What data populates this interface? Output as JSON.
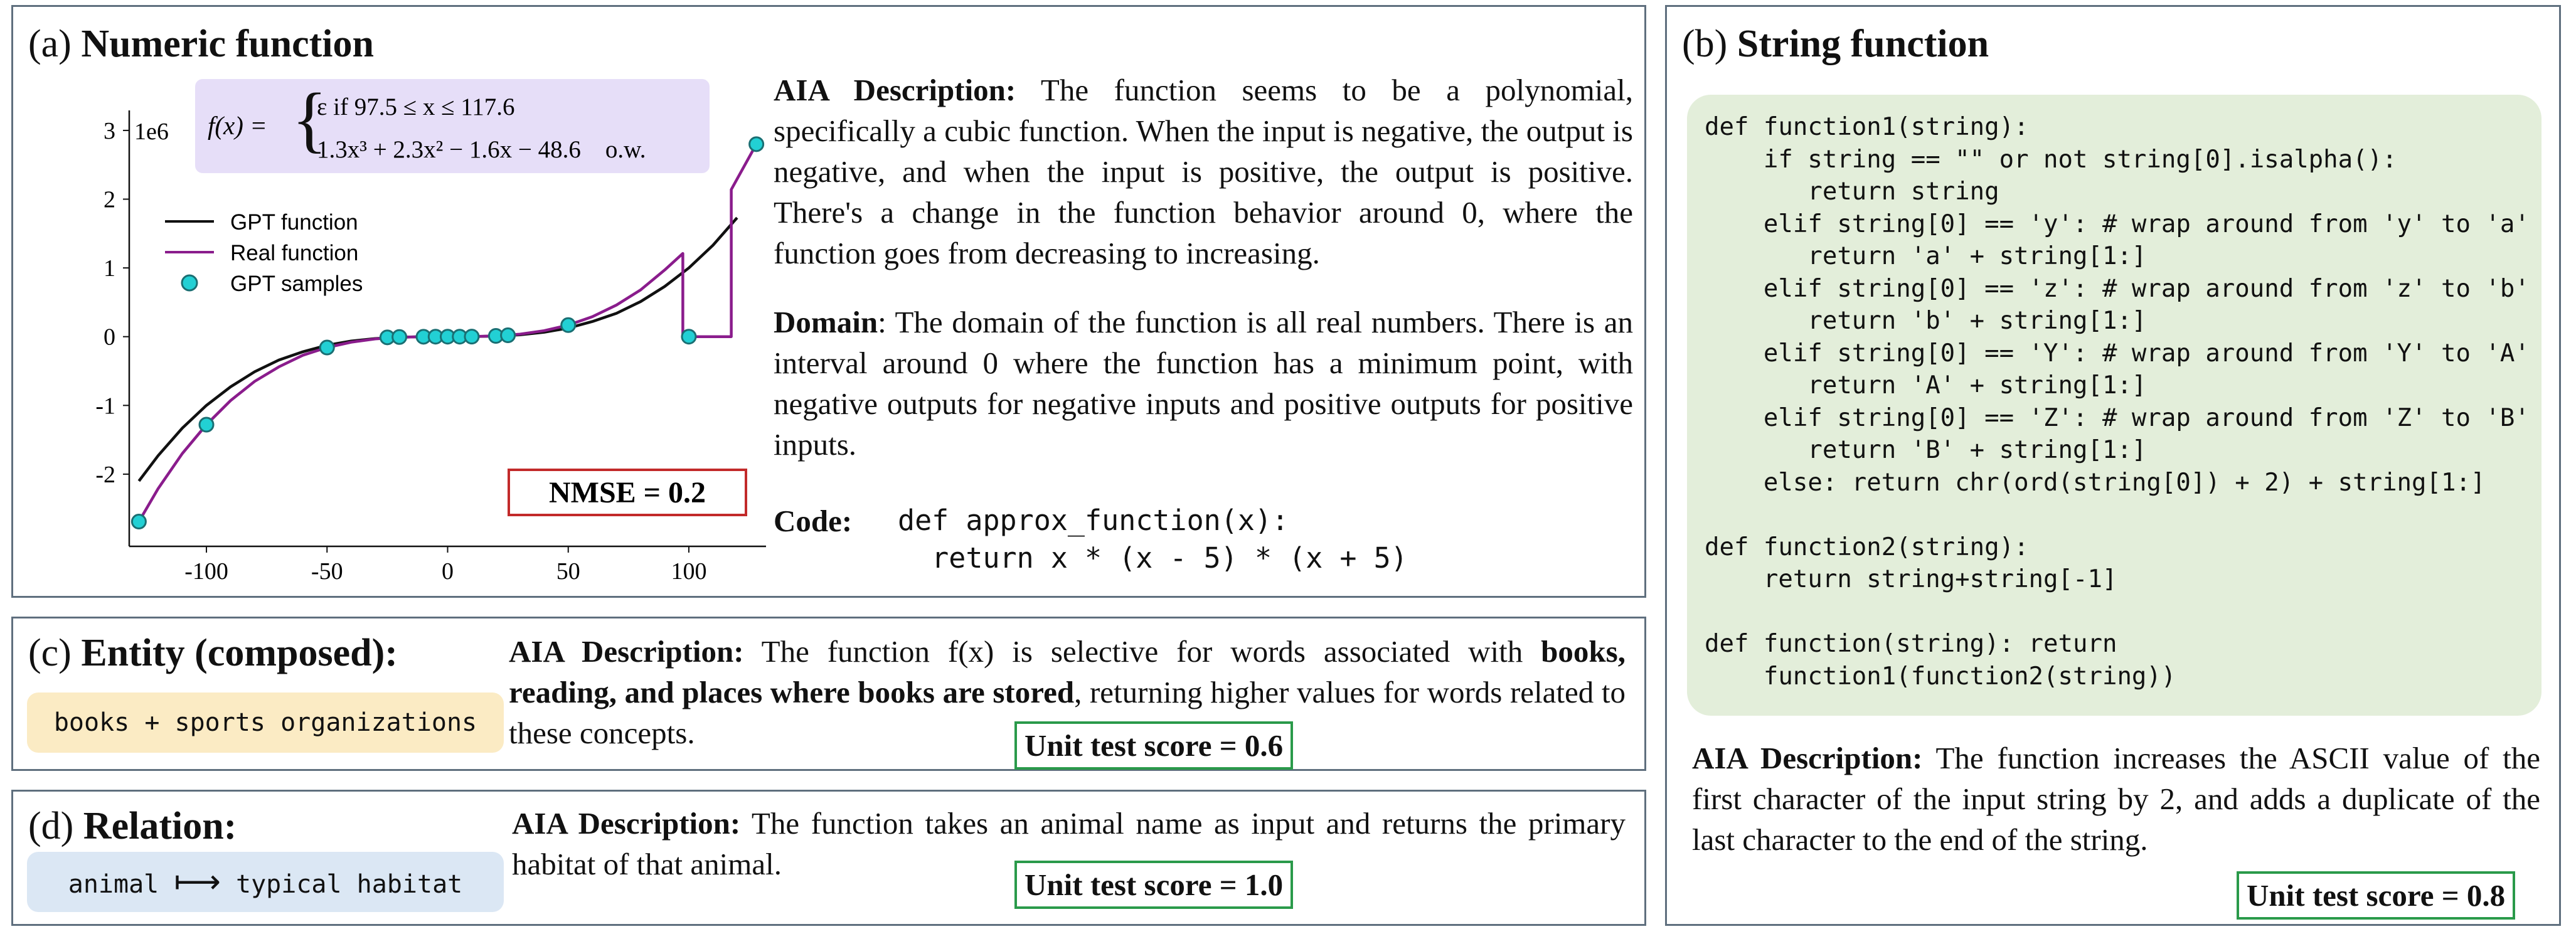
{
  "panel_a": {
    "label": "(a)",
    "title": "Numeric function",
    "aia_label": "AIA Description:",
    "aia_text": "The function seems to be a polynomial, specifically a cubic function. When the input is negative, the output is negative, and when the input is positive, the output is positive. There's a change in the function behavior around 0, where the function goes from decreasing to increasing.",
    "domain_label": "Domain",
    "domain_text": ": The domain of the function is all real numbers. There is an interval around 0 where the function has a minimum point, with negative outputs for negative inputs and positive outputs for positive inputs.",
    "code_label": "Code:",
    "code_line1": "def approx_function(x):",
    "code_line2": "  return x * (x - 5) * (x + 5)",
    "nmse": "NMSE = 0.2",
    "formula_lhs": "f(x) =",
    "formula_case1": "ε if 97.5 ≤ x ≤ 117.6",
    "formula_case2": "1.3x³ + 2.3x² − 1.6x − 48.6    o.w."
  },
  "panel_b": {
    "label": "(b)",
    "title": "String function",
    "code": "def function1(string):\n    if string == \"\" or not string[0].isalpha():\n       return string\n    elif string[0] == 'y': # wrap around from 'y' to 'a'\n       return 'a' + string[1:]\n    elif string[0] == 'z': # wrap around from 'z' to 'b'\n       return 'b' + string[1:]\n    elif string[0] == 'Y': # wrap around from 'Y' to 'A'\n       return 'A' + string[1:]\n    elif string[0] == 'Z': # wrap around from 'Z' to 'B'\n       return 'B' + string[1:]\n    else: return chr(ord(string[0]) + 2) + string[1:]\n\ndef function2(string):\n    return string+string[-1]\n\ndef function(string): return\n    function1(function2(string))",
    "aia_label": "AIA Description:",
    "aia_text": "The function increases the ASCII value of the first character of the input string by 2, and adds a duplicate of the last character to the end of the string.",
    "score": "Unit test score = 0.8"
  },
  "panel_c": {
    "label": "(c)",
    "title": "Entity (composed):",
    "chip": "books + sports organizations",
    "aia_label": "AIA Description:",
    "aia_text_1": "The function f(x) is selective for words associated with",
    "aia_bold": "books, reading, and places where books are stored",
    "aia_text_2": ", returning higher values for words related to these concepts.",
    "score": "Unit test score = 0.6"
  },
  "panel_d": {
    "label": "(d)",
    "title": "Relation:",
    "chip_left": "animal",
    "chip_arrow": "⟼",
    "chip_right": "typical habitat",
    "aia_label": "AIA Description:",
    "aia_text": "The function takes an animal name as input and returns the primary habitat of that animal.",
    "score": "Unit test score = 1.0"
  },
  "chart_data": {
    "type": "line",
    "title": "",
    "xlabel": "",
    "ylabel": "",
    "y_scale_label": "1e6",
    "xlim": [
      -132,
      132
    ],
    "ylim": [
      -3.05,
      3.2
    ],
    "x_ticks": [
      -100,
      -50,
      0,
      50,
      100
    ],
    "y_ticks": [
      3,
      2,
      1,
      0,
      -1,
      -2
    ],
    "x_tick_labels": [
      "-100",
      "-50",
      "0",
      "50",
      "100"
    ],
    "y_tick_labels": [
      "3",
      "2",
      "1",
      "0",
      "-1",
      "-2"
    ],
    "grid": false,
    "legend_position": "upper-left",
    "colors": {
      "gpt": "#111111",
      "real": "#8a1c8c",
      "samples": "#22d0d4"
    },
    "series": [
      {
        "name": "GPT function",
        "kind": "line",
        "x": [
          -128,
          -120,
          -110,
          -100,
          -90,
          -80,
          -70,
          -60,
          -50,
          -40,
          -30,
          -20,
          -10,
          0,
          10,
          20,
          30,
          40,
          50,
          60,
          70,
          80,
          90,
          100,
          110,
          120
        ],
        "y": [
          -2.1,
          -1.73,
          -1.33,
          -1.0,
          -0.73,
          -0.51,
          -0.34,
          -0.22,
          -0.125,
          -0.064,
          -0.027,
          -0.008,
          -0.001,
          0.0,
          0.001,
          0.008,
          0.027,
          0.064,
          0.125,
          0.22,
          0.34,
          0.51,
          0.73,
          1.0,
          1.33,
          1.73
        ]
      },
      {
        "name": "Real function",
        "kind": "line",
        "x": [
          -128,
          -120,
          -110,
          -100,
          -90,
          -80,
          -70,
          -60,
          -50,
          -40,
          -30,
          -20,
          -10,
          0,
          10,
          20,
          30,
          40,
          50,
          60,
          70,
          80,
          90,
          97.5,
          97.5,
          117.6,
          117.6,
          128
        ],
        "y": [
          -2.69,
          -2.21,
          -1.7,
          -1.28,
          -0.93,
          -0.65,
          -0.44,
          -0.27,
          -0.158,
          -0.08,
          -0.033,
          -0.009,
          -0.001,
          0.0,
          0.001,
          0.011,
          0.037,
          0.087,
          0.168,
          0.29,
          0.46,
          0.68,
          0.97,
          1.21,
          0.0,
          0.0,
          2.14,
          2.8
        ]
      },
      {
        "name": "GPT samples",
        "kind": "scatter",
        "x": [
          -128,
          -100,
          -50,
          -25,
          -20,
          -10,
          -5,
          0,
          5,
          10,
          20,
          25,
          50,
          100,
          128
        ],
        "y": [
          -2.69,
          -1.28,
          -0.158,
          -0.01,
          -0.005,
          -0.001,
          0.0,
          0.0,
          0.0,
          0.001,
          0.011,
          0.02,
          0.168,
          0.0,
          2.8
        ]
      }
    ]
  }
}
